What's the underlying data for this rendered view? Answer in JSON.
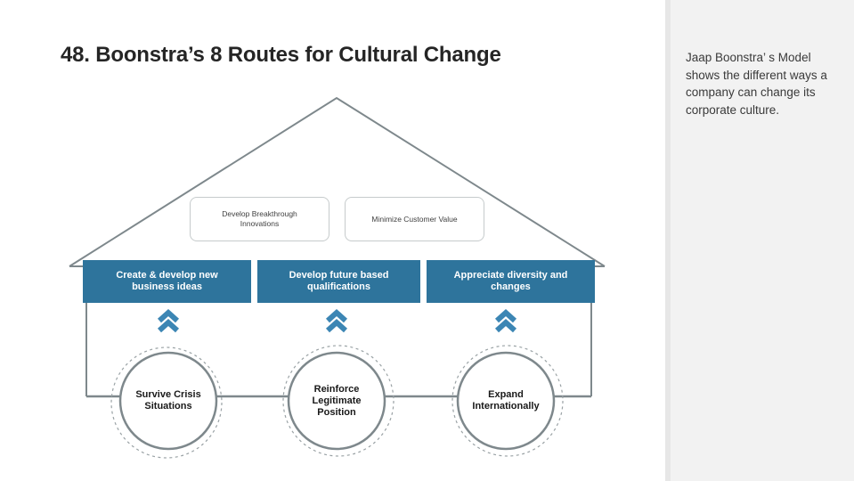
{
  "slide": {
    "title": "48. Boonstra’s 8 Routes for Cultural Change",
    "sidebar_note": "Jaap Boonstra’ s Model shows the different ways a company can change its corporate culture."
  },
  "diagram": {
    "shape": "house",
    "roof_boxes": [
      {
        "label": "Develop Breakthrough Innovations"
      },
      {
        "label": "Minimize Customer Value"
      }
    ],
    "wall_boxes": [
      {
        "label": "Create & develop new business ideas"
      },
      {
        "label": "Develop future based qualifications"
      },
      {
        "label": "Appreciate diversity and changes"
      }
    ],
    "foundation_circles": [
      {
        "label": "Survive Crisis Situations"
      },
      {
        "label": "Reinforce Legitimate Position"
      },
      {
        "label": "Expand Internationally"
      }
    ],
    "icons": [
      "double-chevron-up-icon",
      "double-chevron-up-icon",
      "double-chevron-up-icon"
    ],
    "colors": {
      "box_blue": "#2e749c",
      "chevron_blue": "#3c86b4",
      "outline_gray": "#7e888c",
      "dashed_gray": "#9aa2a5",
      "roof_box_border": "#c6cbcc",
      "title_text": "#252525",
      "panel_bg": "#f2f2f2"
    }
  }
}
